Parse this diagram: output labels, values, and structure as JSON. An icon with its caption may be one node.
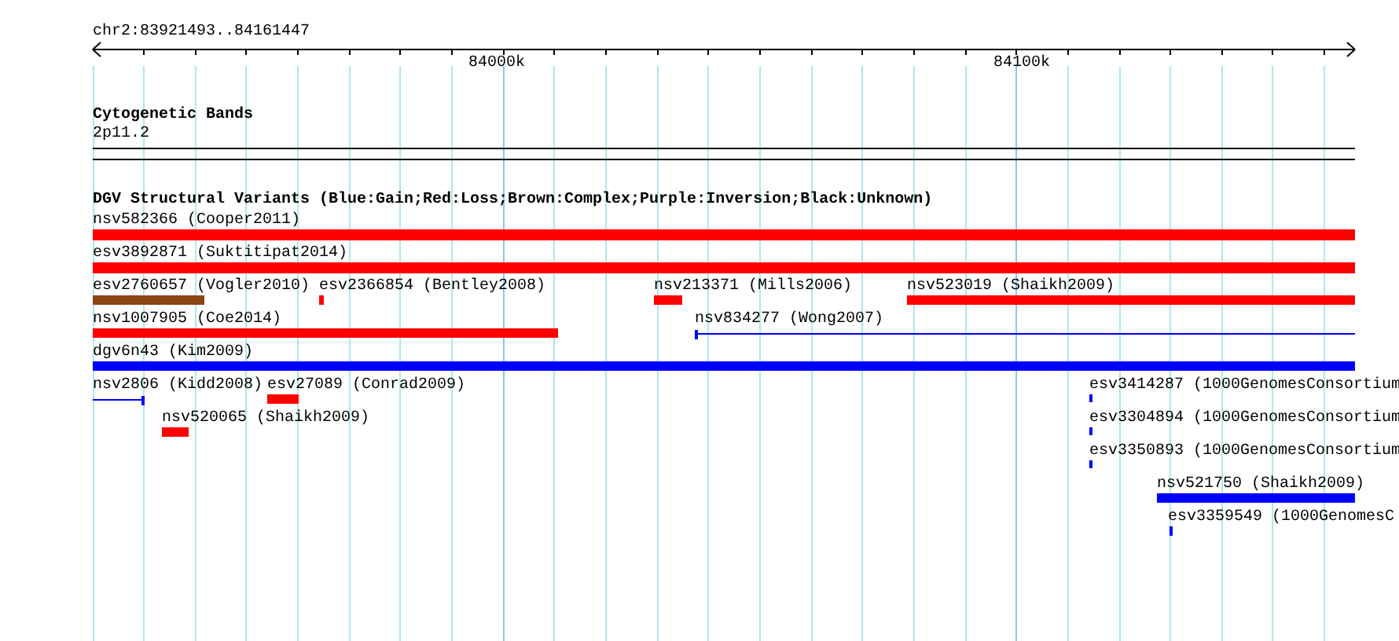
{
  "diagram": {
    "labels": [
      "chr2:83921493..84161447",
      "84000k",
      "84100k",
      "Cytogenetic Bands",
      "2p11.2",
      "DGV Structural Variants (Blue:Gain;Red:Loss;Brown:Complex;Purple:Inversion;Black:Unknown)",
      "nsv582366 (Cooper2011)",
      "esv3892871 (Suktitipat2014)",
      "esv2760657 (Vogler2010)",
      "esv2366854 (Bentley2008)",
      "nsv213371 (Mills2006)",
      "nsv523019 (Shaikh2009)",
      "nsv1007905 (Coe2014)",
      "nsv834277 (Wong2007)",
      "dgv6n43 (Kim2009)",
      "nsv2806 (Kidd2008)",
      "esv27089 (Conrad2009)",
      "esv3414287 (1000GenomesConsortium",
      "nsv520065 (Shaikh2009)",
      "esv3304894 (1000GenomesConsortium",
      "esv3350893 (1000GenomesConsortium",
      "nsv521750 (Shaikh2009)",
      "esv3359549 (1000GenomesC"
    ]
  }
}
